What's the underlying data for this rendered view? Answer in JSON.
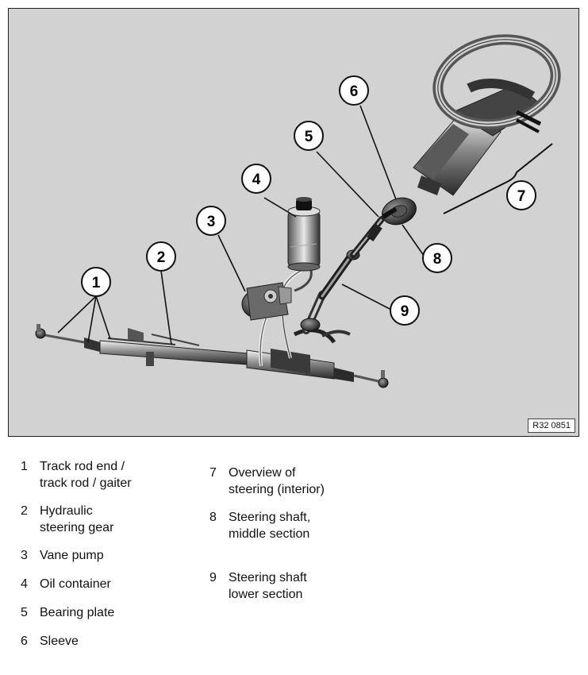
{
  "figure": {
    "reference_code": "R32 0851",
    "callouts": [
      "1",
      "2",
      "3",
      "4",
      "5",
      "6",
      "7",
      "8",
      "9"
    ]
  },
  "legend": {
    "left": [
      {
        "num": "1",
        "lines": [
          "Track rod end /",
          "track rod / gaiter"
        ]
      },
      {
        "num": "2",
        "lines": [
          "Hydraulic",
          "steering gear"
        ]
      },
      {
        "num": "3",
        "lines": [
          "Vane pump"
        ]
      },
      {
        "num": "4",
        "lines": [
          "Oil container"
        ]
      },
      {
        "num": "5",
        "lines": [
          "Bearing plate"
        ]
      },
      {
        "num": "6",
        "lines": [
          "Sleeve"
        ]
      }
    ],
    "right": [
      {
        "num": "7",
        "lines": [
          "Overview of",
          "steering (interior)"
        ]
      },
      {
        "num": "8",
        "lines": [
          "Steering shaft,",
          "middle section"
        ]
      },
      {
        "num": "9",
        "lines": [
          "Steering shaft",
          "lower section"
        ]
      }
    ]
  }
}
